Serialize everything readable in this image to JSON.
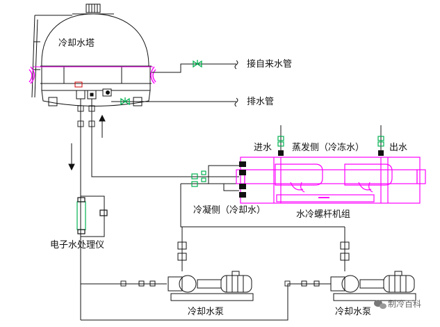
{
  "labels": {
    "cooling_tower": "冷却水塔",
    "makeup_pipe": "接自来水管",
    "drain_pipe": "排水管",
    "inlet": "进水",
    "evaporator_side": "蒸发侧（冷冻水）",
    "outlet": "出水",
    "condenser_side": "冷凝侧（冷却水）",
    "chiller_unit": "水冷螺杆机组",
    "water_processor": "电子水处理仪",
    "pump_left": "冷却水泵",
    "pump_right": "冷却水泵",
    "watermark": "制冷百科"
  },
  "colors": {
    "line": "#111111",
    "chiller": "#ff00ff",
    "valve": "#00b050",
    "processor": "#00b050"
  }
}
